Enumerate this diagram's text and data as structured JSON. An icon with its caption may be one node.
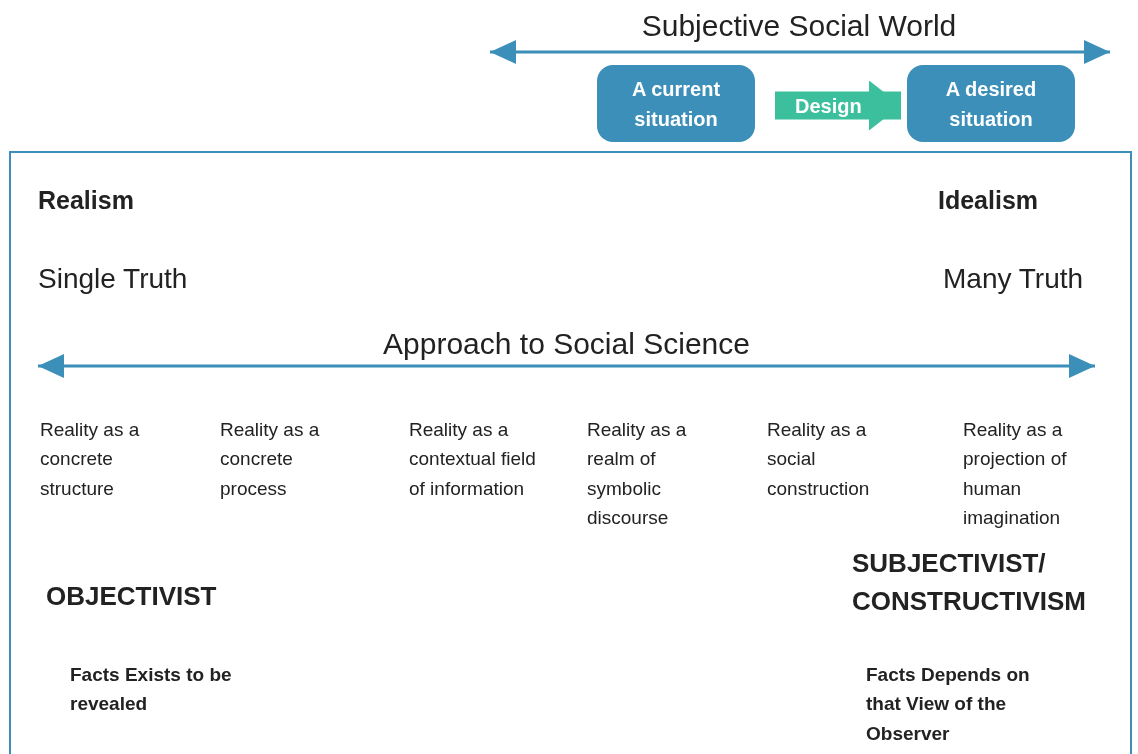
{
  "diagram": {
    "nodes": [
      {
        "text": [
          "A current situation"
        ]
      },
      {
        "text": [
          "A desired situation"
        ]
      }
    ],
    "edges": [
      {
        "from": 0,
        "to": 1,
        "arrow": "to",
        "label": "Design",
        "color": "#3cbf9d"
      }
    ],
    "labels": [
      "Subjective Social World",
      "Realism",
      "Idealism",
      "Single Truth",
      "Many Truth",
      "Approach to Social Science",
      "Reality as a concrete structure",
      "Reality as a concrete process",
      "Reality as a contextual field of information",
      "Reality as a realm of symbolic discourse",
      "Reality as a social construction",
      "Reality as a projection of human imagination",
      "OBJECTIVIST",
      "SUBJECTIVIST/ CONSTRUCTIVISM",
      "Facts Exists to be revealed",
      "Facts Depends on that View of the Observer"
    ]
  }
}
